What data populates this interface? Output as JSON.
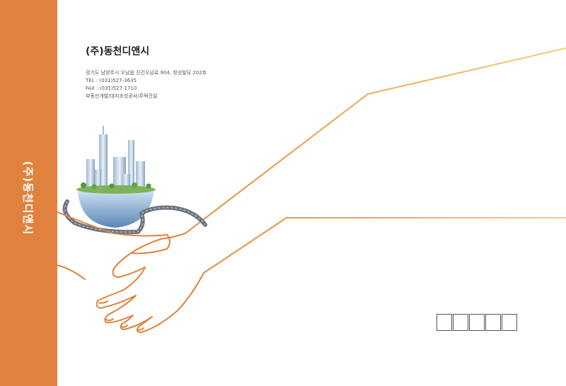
{
  "sidebar": {
    "vertical_label": "(주)동천디앤시"
  },
  "company": {
    "name": "(주)동천디앤시",
    "address": "경기도 남양주시 오남읍 진건오남로 904, 창성빌딩 202호",
    "tel": "TEL : (031)527-3635",
    "fax": "FAX : (031)527-1710",
    "business": "부동산개발/대지조성공사/주택건설"
  },
  "postal_code": {
    "box_count": 5
  },
  "colors": {
    "accent_orange": "#e0823e",
    "line_gold": "#e8b96a"
  }
}
